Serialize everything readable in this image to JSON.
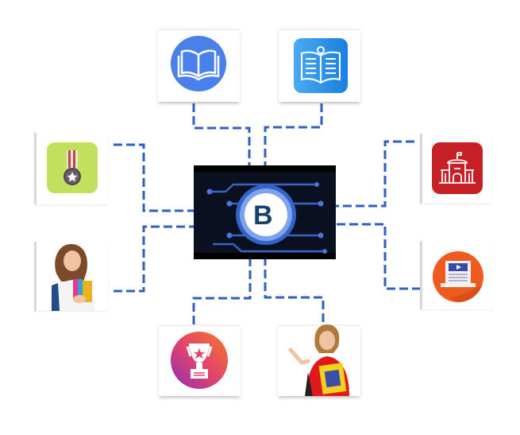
{
  "diagram": {
    "hub": {
      "label": "B",
      "icon": "b-logo-circuit-icon",
      "bg": "#000000",
      "ring": "#3f6fd6"
    },
    "connector_color": "#2f5fc4",
    "nodes": [
      {
        "id": "book",
        "icon": "open-book-icon",
        "color": "#4a80ea",
        "position": "top-left"
      },
      {
        "id": "reading",
        "icon": "book-reader-icon",
        "color": "#2a8fe6",
        "position": "top-right"
      },
      {
        "id": "medal",
        "icon": "medal-icon",
        "color": "#c3df5e",
        "position": "left-top"
      },
      {
        "id": "student-girl",
        "icon": "student-photo",
        "position": "left-bottom"
      },
      {
        "id": "institution",
        "icon": "institution-building-icon",
        "color": "#c62026",
        "position": "right-top"
      },
      {
        "id": "online-class",
        "icon": "video-laptop-icon",
        "color": "#ef5a1f",
        "position": "right-bottom"
      },
      {
        "id": "trophy",
        "icon": "trophy-icon",
        "color": "#e2446a",
        "position": "bottom-left"
      },
      {
        "id": "teacher",
        "icon": "teacher-photo",
        "position": "bottom-right"
      }
    ]
  }
}
